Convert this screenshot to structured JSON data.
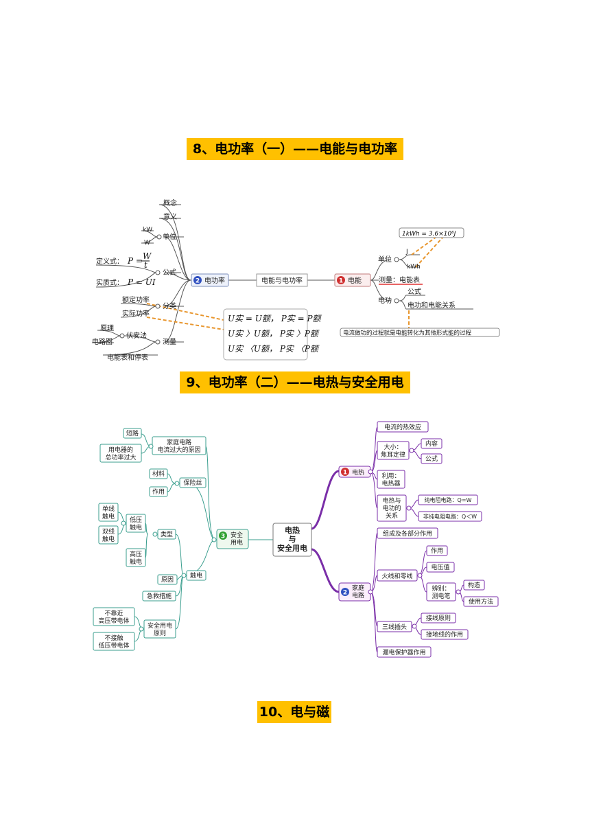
{
  "titles": {
    "t8": "8、电功率（一）——电能与电功率",
    "t9": "9、电功率（二）——电热与安全用电",
    "t10": "10、电与磁"
  },
  "map1": {
    "center": "电能与电功率",
    "power_node": {
      "num": "2",
      "label": "电功率"
    },
    "energy_node": {
      "num": "1",
      "label": "电能"
    },
    "left": {
      "concept": "概念",
      "meaning": "意义",
      "unit": "单位",
      "unit_kw": "kW",
      "unit_w": "W",
      "formula": "公式",
      "def_label": "定义式：",
      "def_formula_p": "P =",
      "def_formula_num": "W",
      "def_formula_den": "t",
      "real_label": "实质式：",
      "real_formula": "P = UI",
      "classify": "分类",
      "rated": "额定功率",
      "actual": "实际功率",
      "measure": "测量",
      "voltammeter": "伏安法",
      "principle": "原理",
      "circuit": "电路图",
      "meter_stopwatch": "电能表和停表"
    },
    "relations": [
      "U实 = U额， P实 = P额",
      "U实 〉U额， P实 〉P额",
      "U实 〈U额， P实 〈P额"
    ],
    "right": {
      "unit": "单位",
      "unit_j": "J",
      "unit_kwh": "kWh",
      "kwh_eq": "1kWh = 3.6×10⁶J",
      "measure": "测量：电能表",
      "work": "电功",
      "formula": "公式",
      "relation": "电功和电能关系",
      "note": "电流做功的过程就是电能转化为其他形式能的过程"
    }
  },
  "map2": {
    "center": [
      "电热",
      "与",
      "安全用电"
    ],
    "safety": {
      "num": "3",
      "label": [
        "安全",
        "用电"
      ]
    },
    "heat": {
      "num": "1",
      "label": "电热"
    },
    "home": {
      "num": "2",
      "label": [
        "家庭",
        "电路"
      ]
    },
    "left": {
      "overcurrent": [
        "家庭电路",
        "电流过大的原因"
      ],
      "short": "短路",
      "overload": [
        "用电器的",
        "总功率过大"
      ],
      "fuse": "保险丝",
      "material": "材料",
      "function": "作用",
      "shock": "触电",
      "types": "类型",
      "low_v": [
        "低压",
        "触电"
      ],
      "single": [
        "单线",
        "触电"
      ],
      "double": [
        "双线",
        "触电"
      ],
      "high_v": [
        "高压",
        "触电"
      ],
      "cause": "原因",
      "rescue": "急救措施",
      "principles": [
        "安全用电",
        "原则"
      ],
      "not_near": [
        "不靠近",
        "高压带电体"
      ],
      "not_touch": [
        "不接触",
        "低压带电体"
      ]
    },
    "right": {
      "heat_effect": "电流的热效应",
      "size": [
        "大小：",
        "焦耳定律"
      ],
      "content": "内容",
      "formula": "公式",
      "use": [
        "利用：",
        "电热器"
      ],
      "relation": [
        "电热与",
        "电功的",
        "关系"
      ],
      "pure": "纯电阻电路：Q=W",
      "non_pure": "非纯电阻电路：Q＜W",
      "components": "组成及各部分作用",
      "wires": "火线和零线",
      "w_function": "作用",
      "w_voltage": "电压值",
      "identify": [
        "辨别：",
        "测电笔"
      ],
      "structure": "构造",
      "usage": "使用方法",
      "socket": "三线插头",
      "wiring": "接线原则",
      "ground": "接地线的作用",
      "protector": "漏电保护器作用"
    }
  },
  "colors": {
    "title_bg": "#ffc000",
    "teal": "#3a9e8e",
    "purple": "#7a2ea8",
    "dash": "#e8962e",
    "red_num": "#d03030",
    "blue_num": "#3050c0",
    "green_num": "#30a030"
  }
}
